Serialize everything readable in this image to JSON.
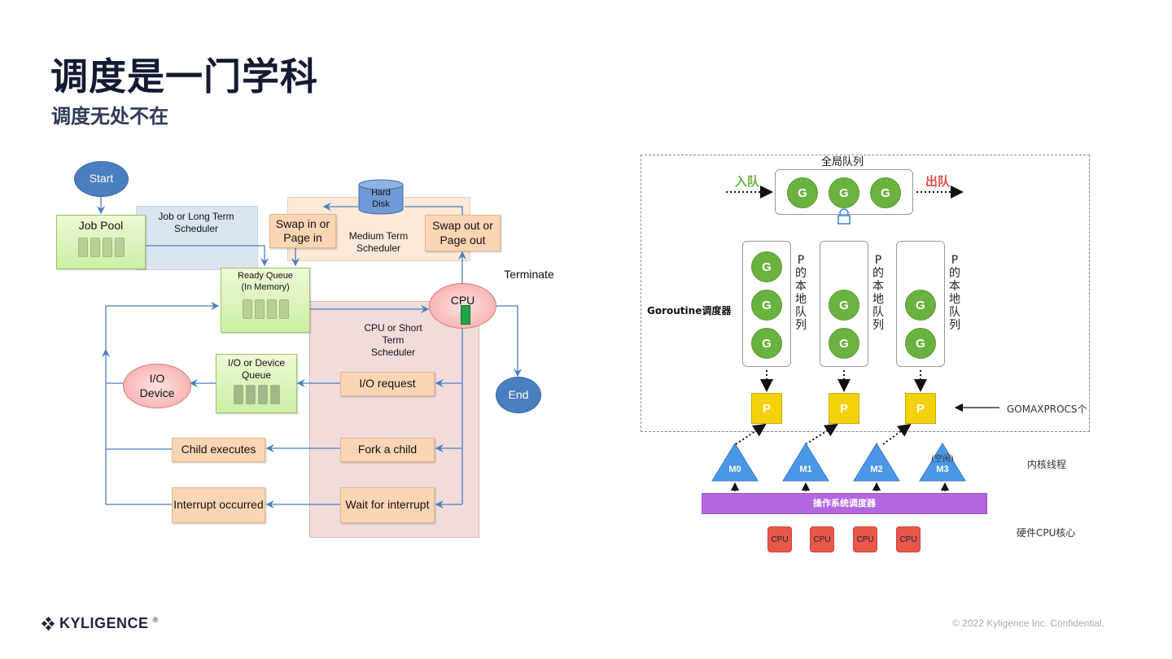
{
  "slide": {
    "title": "调度是一门学科",
    "subtitle": "调度无处不在"
  },
  "left_diagram": {
    "start": "Start",
    "job_pool": "Job Pool",
    "long_term_scheduler": "Job or Long Term Scheduler",
    "hard_disk": "Hard Disk",
    "swap_in": "Swap in or Page in",
    "medium_term_scheduler": "Medium Term Scheduler",
    "swap_out": "Swap out or Page out",
    "ready_queue": "Ready Queue (In Memory)",
    "cpu": "CPU",
    "terminate": "Terminate",
    "short_term_scheduler": "CPU or Short Term Scheduler",
    "end": "End",
    "io_device": "I/O Device",
    "io_queue": "I/O or Device Queue",
    "io_request": "I/O request",
    "child_executes": "Child executes",
    "fork_child": "Fork a child",
    "interrupt_occurred": "Interrupt occurred",
    "wait_interrupt": "Wait for interrupt",
    "colors": {
      "line": "#4a7ebf",
      "orange": "#fcd5b4",
      "green": "#cdeea3",
      "blue": "#4a7ebf"
    }
  },
  "right_diagram": {
    "global_queue_label": "全局队列",
    "enqueue": "入队",
    "dequeue": "出队",
    "goroutine_label": "G",
    "scheduler_label": "Goroutine调度器",
    "local_queue_label": "P的本地队列",
    "local_queues": [
      {
        "count": 3
      },
      {
        "count": 2
      },
      {
        "count": 2
      }
    ],
    "processor_label": "P",
    "gomaxprocs": "GOMAXPROCS个",
    "threads": [
      "M0",
      "M1",
      "M2",
      "M3"
    ],
    "idle_label": "(空闲)",
    "kernel_threads": "内核线程",
    "os_scheduler": "操作系统调度器",
    "cpu_label": "CPU",
    "cpu_count": 4,
    "hardware_cores": "硬件CPU核心",
    "colors": {
      "goroutine": "#6ab23f",
      "processor": "#f5d10a",
      "thread": "#4a97e8",
      "os": "#b466e0",
      "cpu": "#e8574c",
      "enqueue": "#6ab23f",
      "dequeue": "#e04b4b"
    }
  },
  "footer": {
    "brand": "KYLIGENCE",
    "copyright": "© 2022 Kyligence Inc. Confidential."
  }
}
